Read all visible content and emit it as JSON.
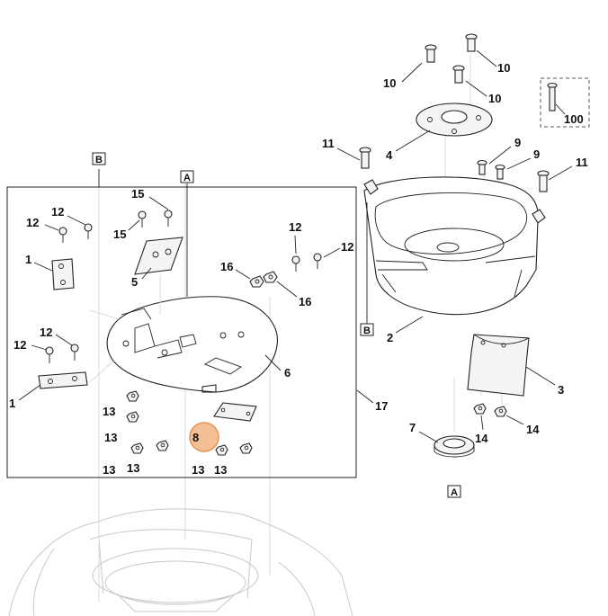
{
  "callouts": [
    {
      "id": "c-10a",
      "text": "10"
    },
    {
      "id": "c-10b",
      "text": "10"
    },
    {
      "id": "c-10c",
      "text": "10"
    },
    {
      "id": "c-100",
      "text": "100"
    },
    {
      "id": "c-4",
      "text": "4"
    },
    {
      "id": "c-11a",
      "text": "11"
    },
    {
      "id": "c-9a",
      "text": "9"
    },
    {
      "id": "c-9b",
      "text": "9"
    },
    {
      "id": "c-11b",
      "text": "11"
    },
    {
      "id": "c-2",
      "text": "2"
    },
    {
      "id": "c-3",
      "text": "3"
    },
    {
      "id": "c-7",
      "text": "7"
    },
    {
      "id": "c-14a",
      "text": "14"
    },
    {
      "id": "c-14b",
      "text": "14"
    },
    {
      "id": "c-15a",
      "text": "15"
    },
    {
      "id": "c-15b",
      "text": "15"
    },
    {
      "id": "c-12a",
      "text": "12"
    },
    {
      "id": "c-12b",
      "text": "12"
    },
    {
      "id": "c-1a",
      "text": "1"
    },
    {
      "id": "c-5",
      "text": "5"
    },
    {
      "id": "c-16a",
      "text": "16"
    },
    {
      "id": "c-16b",
      "text": "16"
    },
    {
      "id": "c-12c",
      "text": "12"
    },
    {
      "id": "c-12d",
      "text": "12"
    },
    {
      "id": "c-12e",
      "text": "12"
    },
    {
      "id": "c-12f",
      "text": "12"
    },
    {
      "id": "c-1b",
      "text": "1"
    },
    {
      "id": "c-6",
      "text": "6"
    },
    {
      "id": "c-17",
      "text": "17"
    },
    {
      "id": "c-13a",
      "text": "13"
    },
    {
      "id": "c-13b",
      "text": "13"
    },
    {
      "id": "c-8",
      "text": "8"
    },
    {
      "id": "c-13c",
      "text": "13"
    },
    {
      "id": "c-13d",
      "text": "13"
    },
    {
      "id": "c-13e",
      "text": "13"
    },
    {
      "id": "c-13f",
      "text": "13"
    }
  ],
  "view_markers": [
    {
      "id": "m-B-top",
      "text": "B"
    },
    {
      "id": "m-A-top",
      "text": "A"
    },
    {
      "id": "m-B-right",
      "text": "B"
    },
    {
      "id": "m-A-bottom",
      "text": "A"
    }
  ],
  "highlighted_part": "8",
  "colors": {
    "line": "#222222",
    "highlight_fill": "#f2b98a",
    "highlight_stroke": "#e08a45",
    "ghost": "#c8c8c8"
  }
}
